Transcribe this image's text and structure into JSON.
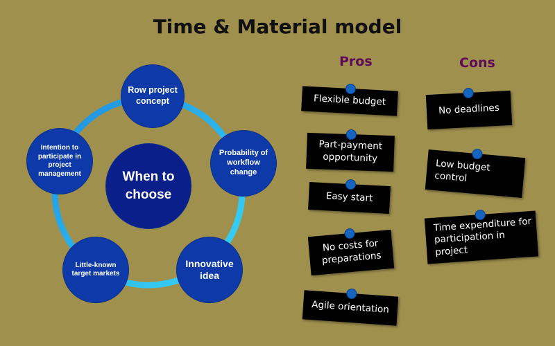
{
  "title": "Time & Material model",
  "center_label": "When to choose",
  "conditions": [
    "Row project concept",
    "Probability of workflow change",
    "Innovative idea",
    "Little-known target markets",
    "Intention to participate in project management"
  ],
  "pros": {
    "heading": "Pros",
    "items": [
      "Flexible budget",
      "Part-payment opportunity",
      "Easy start",
      "No costs for preparations",
      "Agile orientation"
    ]
  },
  "cons": {
    "heading": "Cons",
    "items": [
      "No deadlines",
      "Low budget control",
      "Time expenditure for participation in project"
    ]
  },
  "colors": {
    "background": "#a0904e",
    "node_fill": "#0d3aa8",
    "ring": "#2fb8f0",
    "heading": "#5d0b56",
    "pin": "#1565c0"
  }
}
